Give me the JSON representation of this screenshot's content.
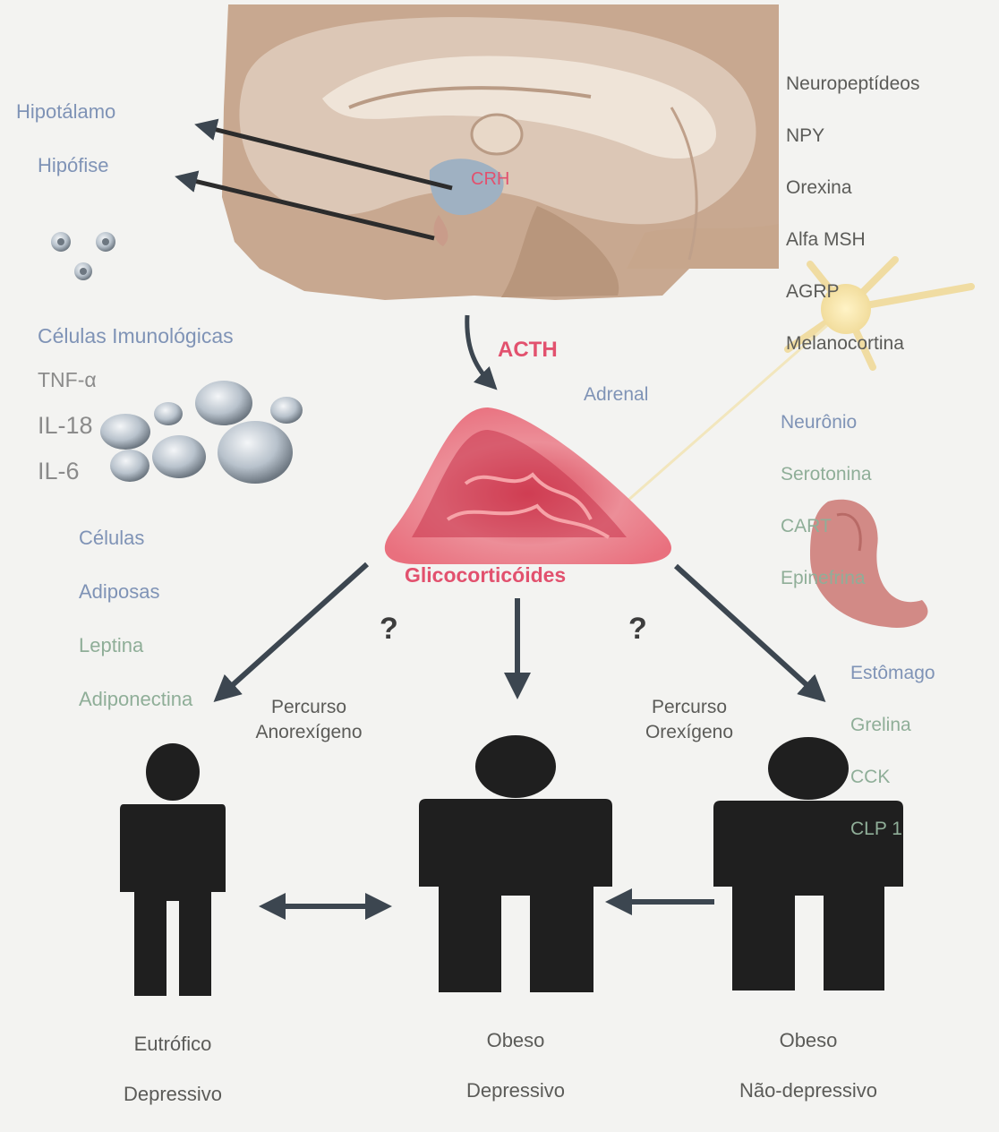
{
  "brain": {
    "hypothalamus_label": "Hipotálamo",
    "pituitary_label": "Hipófise",
    "crh_label": "CRH"
  },
  "neuropeptides": {
    "title": "Neuropeptídeos",
    "items": [
      "NPY",
      "Orexina",
      "Alfa MSH",
      "AGRP",
      "Melanocortina"
    ]
  },
  "immune": {
    "title": "Células Imunológicas",
    "items": [
      "TNF-α",
      "IL-18",
      "IL-6"
    ]
  },
  "acth_label": "ACTH",
  "adrenal_label": "Adrenal",
  "glucocorticoids_label": "Glicocorticóides",
  "neuron": {
    "title": "Neurônio",
    "items": [
      "Serotonina",
      "CART",
      "Epinefrina"
    ]
  },
  "adipose": {
    "title_line1": "Células",
    "title_line2": "Adiposas",
    "items": [
      "Leptina",
      "Adiponectina"
    ]
  },
  "stomach": {
    "title": "Estômago",
    "items": [
      "Grelina",
      "CCK",
      "CLP 1"
    ]
  },
  "question_mark": "?",
  "pathways": {
    "anorexigenic": "Percurso\nAnorexígeno",
    "orexigenic": "Percurso\nOrexígeno"
  },
  "people": [
    {
      "line1": "Eutrófico",
      "line2": "Depressivo"
    },
    {
      "line1": "Obeso",
      "line2": "Depressivo"
    },
    {
      "line1": "Obeso",
      "line2": "Não-depressivo"
    }
  ],
  "colors": {
    "label_blue": "#7f93b6",
    "label_green": "#8fae98",
    "accent_red": "#e2516e",
    "figure_dark": "#1e1e1e",
    "arrow": "#3c4650"
  }
}
